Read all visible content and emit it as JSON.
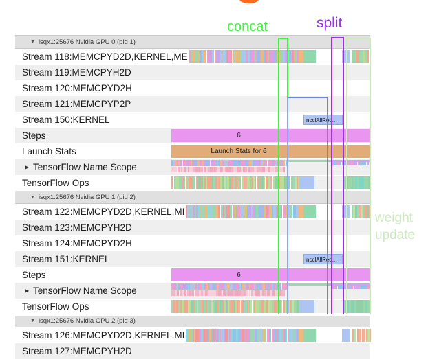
{
  "annotations": {
    "concat": "concat",
    "split": "split",
    "nccl": "nccl",
    "weight_line1": "weight",
    "weight_line2": "update",
    "colors": {
      "concat": "#3ef23e",
      "split": "#9b30e8",
      "nccl": "#6c86dd",
      "weight_update": "#cde9bf",
      "orange_blob": "#ff6a1e"
    }
  },
  "timeline": {
    "groups": [
      {
        "header": "isqx1:25676 Nvidia GPU 0 (pid 1)",
        "rows": [
          {
            "label": "Stream 118:MEMCPYD2D,KERNEL,ME",
            "kind": "stream-dense"
          },
          {
            "label": "Stream 119:MEMCPYH2D",
            "kind": "empty"
          },
          {
            "label": "Stream 120:MEMCPYD2H",
            "kind": "empty"
          },
          {
            "label": "Stream 121:MEMCPYP2P",
            "kind": "empty"
          },
          {
            "label": "Stream 150:KERNEL",
            "kind": "nccl",
            "chip": "ncclAllRed..."
          },
          {
            "label": "Steps",
            "kind": "steps",
            "bar_label": "6"
          },
          {
            "label": "Launch Stats",
            "kind": "launch",
            "bar_label": "Launch Stats for 6"
          },
          {
            "label": "TensorFlow Name Scope",
            "kind": "namescope",
            "expandable": true
          },
          {
            "label": "TensorFlow Ops",
            "kind": "ops"
          }
        ]
      },
      {
        "header": "isqx1:25676 Nvidia GPU 1 (pid 2)",
        "rows": [
          {
            "label": "Stream 122:MEMCPYD2D,KERNEL,MI",
            "kind": "stream-dense"
          },
          {
            "label": "Stream 123:MEMCPYH2D",
            "kind": "empty"
          },
          {
            "label": "Stream 124:MEMCPYD2H",
            "kind": "empty"
          },
          {
            "label": "Stream 151:KERNEL",
            "kind": "nccl",
            "chip": "ncclAllRed..."
          },
          {
            "label": "Steps",
            "kind": "steps",
            "bar_label": "6"
          },
          {
            "label": "TensorFlow Name Scope",
            "kind": "namescope",
            "expandable": true
          },
          {
            "label": "TensorFlow Ops",
            "kind": "ops"
          }
        ]
      },
      {
        "header": "isqx1:25676 Nvidia GPU 2 (pid 3)",
        "rows": [
          {
            "label": "Stream 126:MEMCPYD2D,KERNEL,MI",
            "kind": "stream-dense"
          },
          {
            "label": "Stream 127:MEMCPYH2D",
            "kind": "empty"
          }
        ]
      }
    ]
  }
}
